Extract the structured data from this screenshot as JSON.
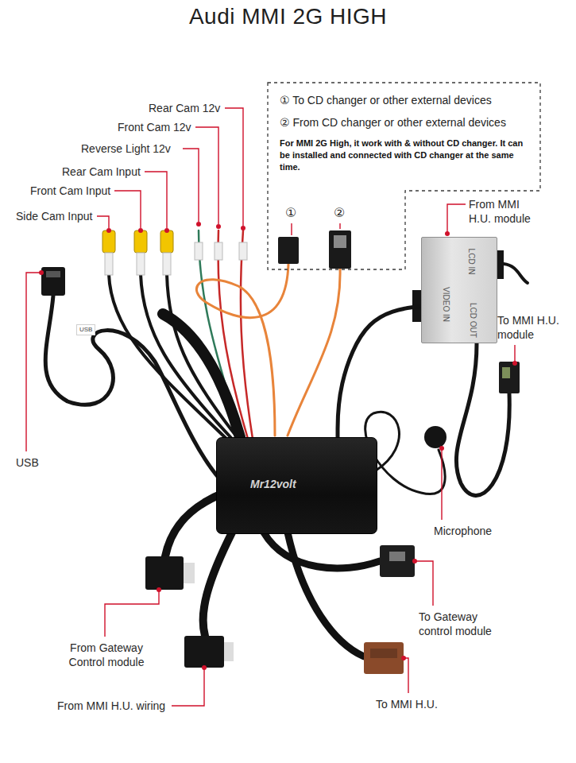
{
  "diagram": {
    "title": "Audi MMI 2G HIGH",
    "nodes": [
      {
        "text": [
          "① To CD changer or other external devices",
          "② From CD changer or other external devices",
          "For MMI 2G High, it work with & without CD changer. It can be installed and connected with CD changer at the same time."
        ]
      },
      {
        "text": [
          "LCD IN",
          "VIDEO IN",
          "LCD OUT"
        ]
      },
      {
        "text": [
          "Mr12volt"
        ]
      }
    ],
    "edges": [
      {
        "from": 1,
        "to": 2,
        "arrow": "none"
      }
    ],
    "labels": [
      "Rear Cam 12v",
      "Front Cam 12v",
      "Reverse Light 12v",
      "Rear Cam Input",
      "Front Cam Input",
      "Side Cam Input",
      "①",
      "②",
      "From MMI H.U. module",
      "To MMI H.U. module",
      "USB",
      "USB",
      "Microphone",
      "From Gateway Control module",
      "To Gateway control module",
      "From MMI H.U. wiring",
      "To MMI H.U."
    ]
  }
}
